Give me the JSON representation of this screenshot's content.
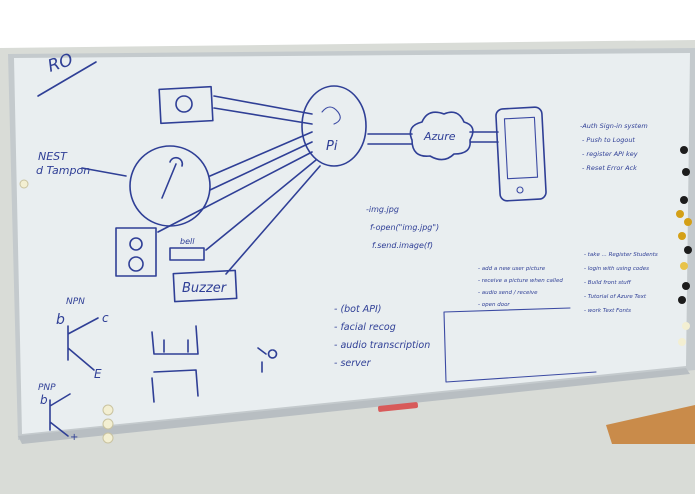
{
  "colors": {
    "background": "#ffffff",
    "board_surface": "#e9eef0",
    "board_frame": "#c4cacd",
    "ink": "#2f3f96",
    "wall": "#d9dcd7",
    "desk": "#c98b4a"
  },
  "board": {
    "corner_text": "RO",
    "node_labels": {
      "pi": "Pi",
      "cloud": "Azure",
      "nest": "NEST\nd Tampon",
      "bell": "bell",
      "buzzer": "Buzzer"
    },
    "pi_notes": [
      "-img.jpg",
      "f-open(\"img.jpg\")",
      "f.send.image(f)"
    ],
    "bot_list": [
      "- (bot API)",
      "- facial recog",
      "- audio transcription",
      "- server"
    ],
    "phone_notes": [
      "-Auth Sign-in system",
      "- Push to Logout",
      "- register API key",
      "- Reset Error Ack"
    ],
    "todo_list": [
      "- add a new user picture",
      "- receive a picture when called",
      "- audio send / receive",
      "- open door"
    ],
    "right_notes": [
      "- take ... Register Students",
      "- login with using codes",
      "- Build front stuff",
      "- Tutorial of Azure Text",
      "- work Text Fonts"
    ],
    "circuit_labels": [
      "NPN",
      "b",
      "c",
      "E",
      "PNP",
      "+",
      "-"
    ]
  }
}
